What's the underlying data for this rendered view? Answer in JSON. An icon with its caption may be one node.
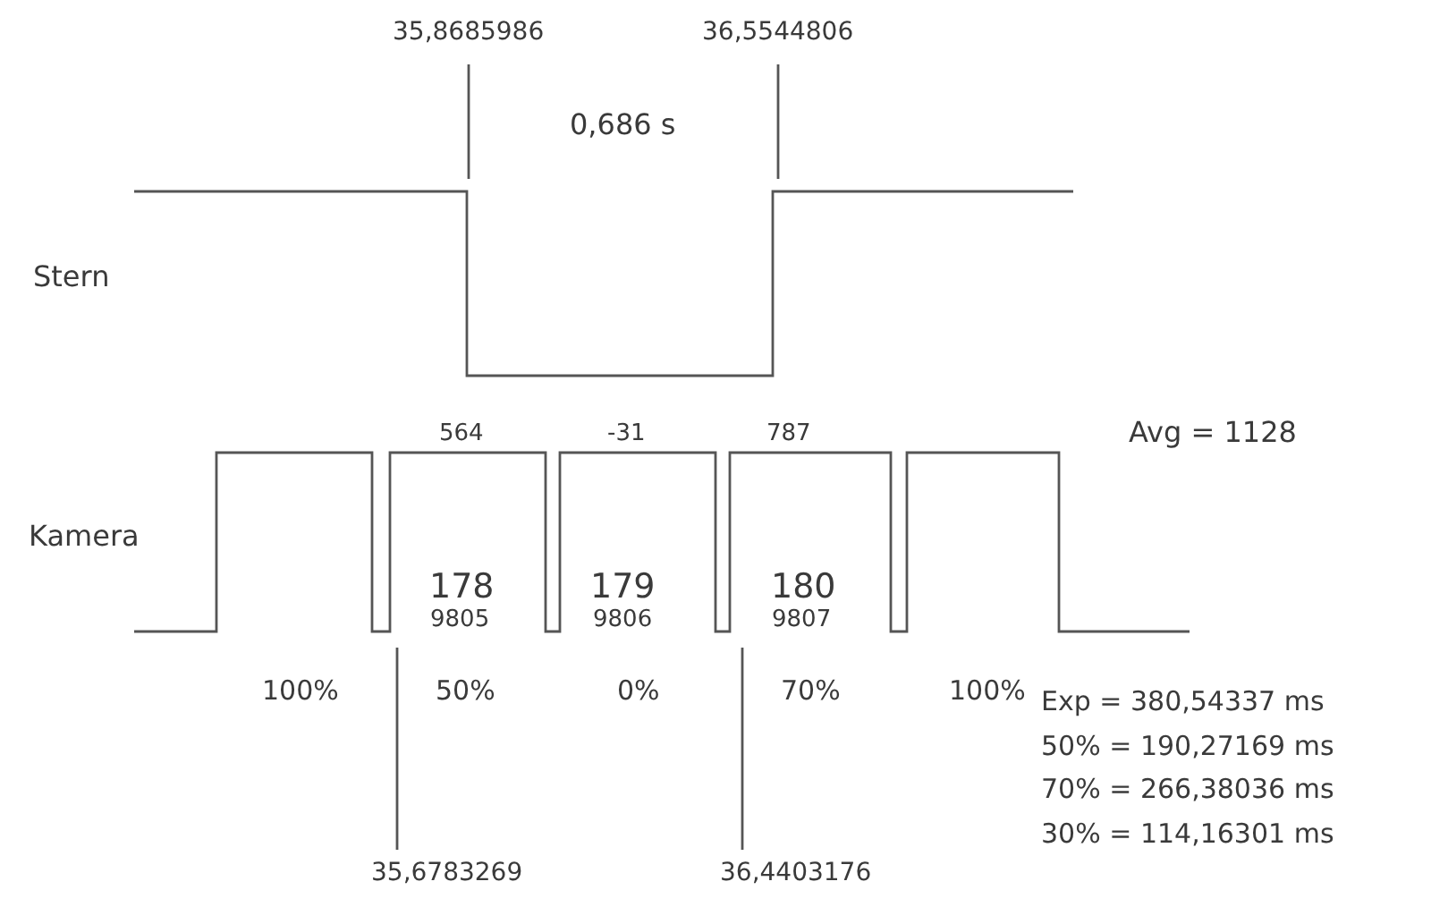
{
  "diagram": {
    "labels": [
      "35,8685986",
      "36,5544806",
      "0,686 s",
      "Stern",
      "564",
      "-31",
      "787",
      "Avg = 1128",
      "Kamera",
      "178",
      "179",
      "180",
      "9805",
      "9806",
      "9807",
      "100%",
      "50%",
      "0%",
      "70%",
      "100%",
      "Exp = 380,54337 ms",
      "50% = 190,27169 ms",
      "70% = 266,38036 ms",
      "30% = 114,16301 ms",
      "35,6783269",
      "36,4403176"
    ]
  }
}
